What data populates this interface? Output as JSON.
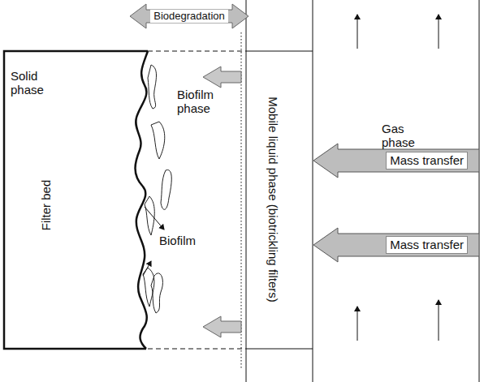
{
  "diagram": {
    "nodes": [
      {
        "text": [
          "Solid phase",
          "Filter bed"
        ]
      },
      {
        "text": [
          "Biodegradation"
        ]
      },
      {
        "text": [
          "Mass transfer"
        ]
      },
      {
        "text": [
          "Mass transfer"
        ]
      }
    ],
    "labels": [
      "Biofilm phase",
      "Biofilm",
      "Mobile liquid phase (biotrickling filters)",
      "Gas phase"
    ]
  }
}
